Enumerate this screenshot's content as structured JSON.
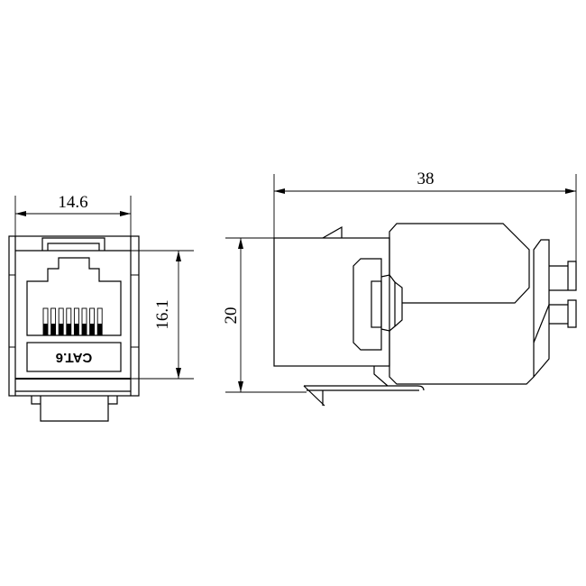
{
  "front_view": {
    "width_dimension": "14.6",
    "height_dimension": "16.1",
    "label": "CAT.6"
  },
  "side_view": {
    "length_dimension": "38",
    "height_dimension": "20"
  }
}
